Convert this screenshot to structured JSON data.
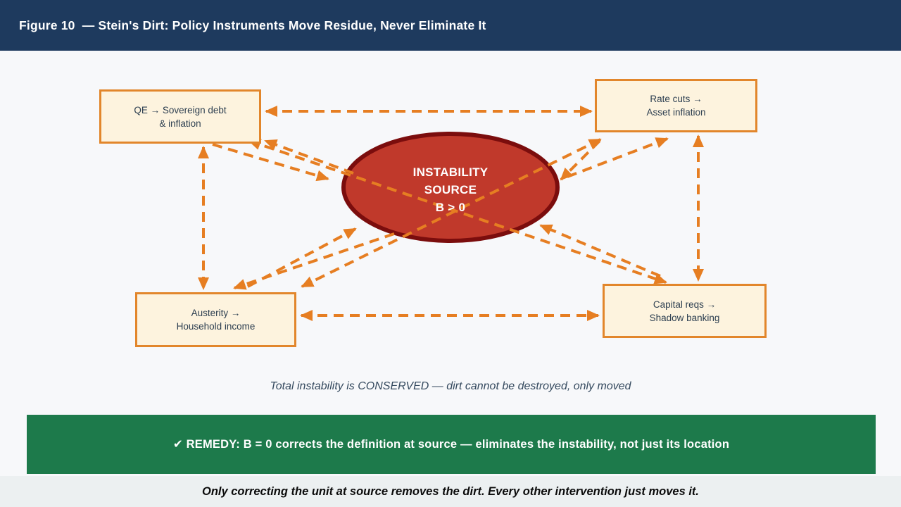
{
  "colors": {
    "header_bg": "#1E3A5E",
    "page_bg": "#F7F8FA",
    "box_fill": "#FDF3DE",
    "box_border": "#E2862B",
    "box_text": "#2C3E50",
    "ellipse_fill": "#C0392B",
    "ellipse_border": "#7B0D0D",
    "arrow": "#E67E22",
    "banner_bg": "#1D7A4B",
    "footer_bg": "#ECF0F1"
  },
  "header": {
    "title": "Figure 10  — Stein's Dirt: Policy Instruments Move Residue, Never Eliminate It"
  },
  "nodes": {
    "qe": {
      "line1": "QE → Sovereign debt",
      "line2": "& inflation"
    },
    "rate_cuts": {
      "line1": "Rate cuts →",
      "line2": "Asset inflation"
    },
    "austerity": {
      "line1": "Austerity →",
      "line2": "Household income"
    },
    "capital_reqs": {
      "line1": "Capital reqs →",
      "line2": "Shadow banking"
    }
  },
  "center": {
    "line1": "INSTABILITY",
    "line2": "SOURCE",
    "line3": "B > 0"
  },
  "notes": {
    "conserved": "Total instability is CONSERVED — dirt cannot be destroyed, only moved",
    "remedy": "✔ REMEDY: B = 0 corrects the definition at source — eliminates the instability, not just its location",
    "footer": "Only correcting the unit at source removes the dirt. Every other intervention just moves it."
  },
  "connections": [
    {
      "from": "qe",
      "to": "rate_cuts",
      "bidirectional": true
    },
    {
      "from": "austerity",
      "to": "capital_reqs",
      "bidirectional": true
    },
    {
      "from": "qe",
      "to": "austerity",
      "bidirectional": true
    },
    {
      "from": "rate_cuts",
      "to": "capital_reqs",
      "bidirectional": true
    },
    {
      "from": "instability_source",
      "to": "qe",
      "bidirectional": true
    },
    {
      "from": "instability_source",
      "to": "rate_cuts",
      "bidirectional": true
    },
    {
      "from": "instability_source",
      "to": "austerity",
      "bidirectional": true
    },
    {
      "from": "instability_source",
      "to": "capital_reqs",
      "bidirectional": true
    },
    {
      "from": "qe",
      "to": "capital_reqs",
      "bidirectional": true
    },
    {
      "from": "rate_cuts",
      "to": "austerity",
      "bidirectional": true
    }
  ]
}
